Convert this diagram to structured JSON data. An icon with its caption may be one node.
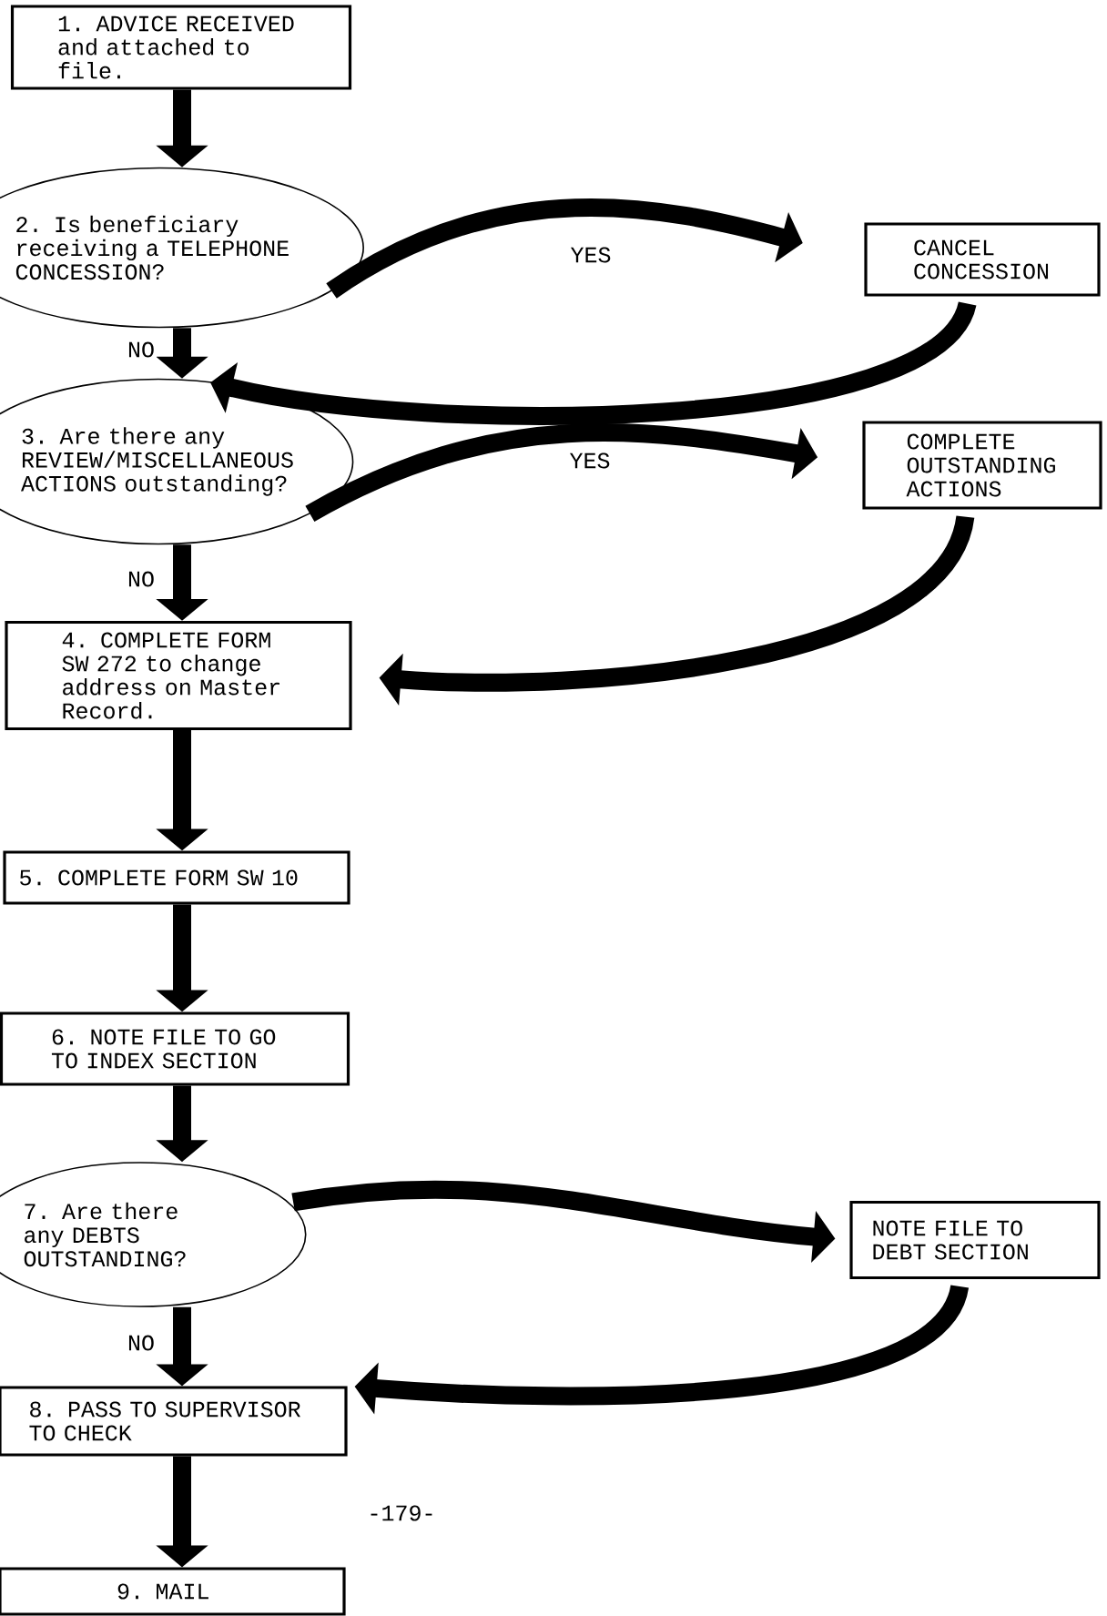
{
  "diagram": {
    "nodes": [
      {
        "text": [
          "1. ADVICE RECEIVED and attached to file."
        ]
      },
      {
        "text": [
          "2. Is beneficiary receiving a TELEPHONE CONCESSION?"
        ]
      },
      {
        "text": [
          "CANCEL CONCESSION"
        ]
      },
      {
        "text": [
          "3. Are there any REVIEW/MISCELLANEOUS ACTIONS outstanding?"
        ]
      },
      {
        "text": [
          "COMPLETE OUTSTANDING ACTIONS"
        ]
      },
      {
        "text": [
          "4. COMPLETE FORM SW 272 to change address on Master Record."
        ]
      },
      {
        "text": [
          "5. COMPLETE FORM SW 10"
        ]
      },
      {
        "text": [
          "6. NOTE FILE TO GO TO INDEX SECTION"
        ]
      },
      {
        "text": [
          "7. Are there any DEBTS OUTSTANDING?"
        ]
      },
      {
        "text": [
          "NOTE FILE TO DEBT SECTION"
        ]
      },
      {
        "text": [
          "8. PASS TO SUPERVISOR TO CHECK"
        ]
      },
      {
        "text": [
          "9. MAIL"
        ]
      }
    ],
    "edges": [
      {
        "from": 0,
        "to": 1,
        "arrow": "to"
      },
      {
        "from": 1,
        "to": 2,
        "arrow": "to",
        "label": "YES"
      },
      {
        "from": 2,
        "to": 3,
        "arrow": "to"
      },
      {
        "from": 1,
        "to": 3,
        "arrow": "to",
        "label": "NO"
      },
      {
        "from": 3,
        "to": 4,
        "arrow": "to",
        "label": "YES"
      },
      {
        "from": 4,
        "to": 5,
        "arrow": "to"
      },
      {
        "from": 3,
        "to": 5,
        "arrow": "to",
        "label": "NO"
      },
      {
        "from": 5,
        "to": 6,
        "arrow": "to"
      },
      {
        "from": 6,
        "to": 7,
        "arrow": "to"
      },
      {
        "from": 7,
        "to": 8,
        "arrow": "to"
      },
      {
        "from": 8,
        "to": 9,
        "arrow": "to"
      },
      {
        "from": 9,
        "to": 10,
        "arrow": "to"
      },
      {
        "from": 8,
        "to": 10,
        "arrow": "to",
        "label": "NO"
      },
      {
        "from": 10,
        "to": 11,
        "arrow": "to"
      }
    ],
    "labels": [
      "-179-"
    ]
  }
}
